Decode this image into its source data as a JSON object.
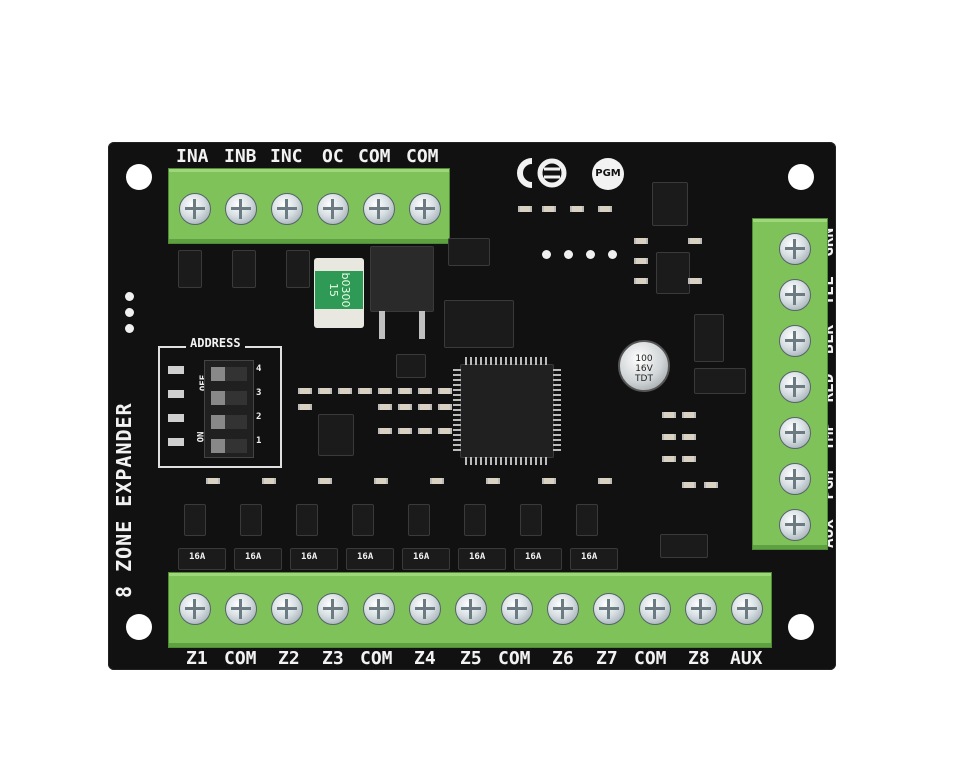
{
  "top_terminals": [
    "INA",
    "INB",
    "INC",
    "OC",
    "COM",
    "COM"
  ],
  "bottom_terminals": [
    "Z1",
    "COM",
    "Z2",
    "Z3",
    "COM",
    "Z4",
    "Z5",
    "COM",
    "Z6",
    "Z7",
    "COM",
    "Z8",
    "AUX"
  ],
  "right_terminals": [
    "AUX",
    "PGM",
    "TMP",
    "RED",
    "BLK",
    "YEL",
    "GRN"
  ],
  "side_label": "8 ZONE EXPANDER",
  "address": {
    "label": "ADDRESS",
    "off_label": "OFF",
    "on_label": "ON",
    "switch_numbers": [
      "4",
      "3",
      "2",
      "1"
    ]
  },
  "logos": {
    "pgm": "PGM"
  },
  "components": {
    "fuse": "b0300 15",
    "capacitor_value": "100",
    "capacitor_voltage": "16V",
    "capacitor_series": "TDT",
    "fuse_chip_label": "16A"
  },
  "colors": {
    "pcb": "#111111",
    "terminal": "#7fc25a",
    "silkscreen": "#f2f2f2"
  }
}
